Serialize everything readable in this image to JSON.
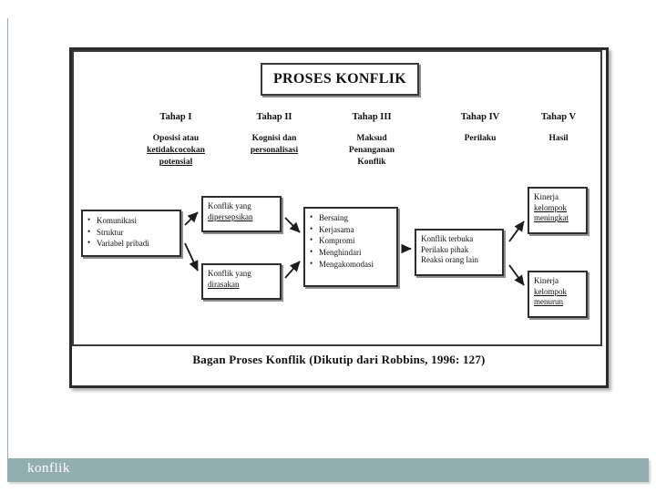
{
  "slide": {
    "footer_label": "konflik",
    "footer_color": "#92aeb0",
    "frame_color": "#2b2b2b"
  },
  "diagram": {
    "title": "PROSES KONFLIK",
    "caption": "Bagan Proses Konflik (Dikutip dari Robbins, 1996: 127)",
    "stages": [
      {
        "heading": "Tahap I",
        "subtitle_lines": [
          "Oposisi atau",
          "ketidakcocokan",
          "potensial"
        ]
      },
      {
        "heading": "Tahap II",
        "subtitle_lines": [
          "Kognisi dan",
          "personalisasi"
        ]
      },
      {
        "heading": "Tahap III",
        "subtitle_lines": [
          "Maksud",
          "Penanganan",
          "Konflik"
        ]
      },
      {
        "heading": "Tahap IV",
        "subtitle_lines": [
          "Perilaku"
        ]
      },
      {
        "heading": "Tahap V",
        "subtitle_lines": [
          "Hasil"
        ]
      }
    ],
    "boxes": {
      "stage1": {
        "items": [
          "Komunikasi",
          "Struktur",
          "Variabel pribadi"
        ]
      },
      "stage2_perceived": {
        "lines": [
          "Konflik yang",
          "dipersepsikan"
        ]
      },
      "stage2_felt": {
        "lines": [
          "Konflik yang",
          "dirasakan"
        ]
      },
      "stage3": {
        "items": [
          "Bersaing",
          "Kerjasama",
          "Kompromi",
          "Menghindari",
          "Mengakomodasi"
        ]
      },
      "stage4": {
        "lines": [
          "Konflik terbuka",
          "Perilaku pihak",
          "Reaksi orang lain"
        ]
      },
      "stage5_increase": {
        "lines": [
          "Kinerja",
          "kelompok",
          "meningkat"
        ]
      },
      "stage5_decrease": {
        "lines": [
          "Kinerja",
          "kelompok",
          "menurun"
        ]
      }
    }
  }
}
